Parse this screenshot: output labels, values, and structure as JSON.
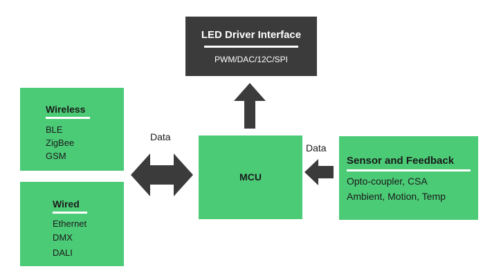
{
  "led_driver": {
    "title": "LED Driver Interface",
    "protocols": "PWM/DAC/12C/SPI"
  },
  "wireless": {
    "title": "Wireless",
    "items": [
      "BLE",
      "ZigBee",
      "GSM"
    ]
  },
  "wired": {
    "title": "Wired",
    "items": [
      "Ethernet",
      "DMX",
      "DALI"
    ]
  },
  "mcu": {
    "label": "MCU"
  },
  "sensor": {
    "title": "Sensor and Feedback",
    "items": [
      "Opto-coupler, CSA",
      "Ambient, Motion, Temp"
    ]
  },
  "connections": {
    "comm_label": "Data",
    "sensor_label": "Data"
  },
  "colors": {
    "block_green": "#4ccb77",
    "block_dark": "#3b3b3b",
    "arrow": "#3b3b3b"
  }
}
